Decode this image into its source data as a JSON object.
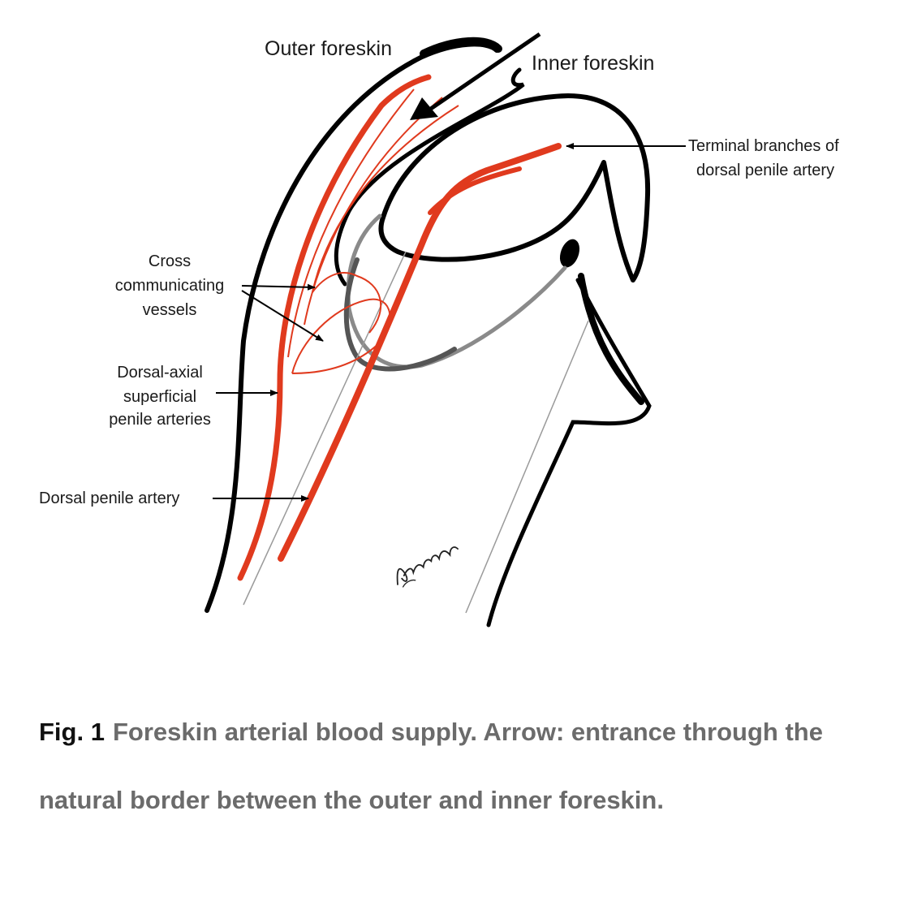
{
  "figure": {
    "labels": {
      "outer_foreskin": "Outer foreskin",
      "inner_foreskin": "Inner foreskin",
      "terminal_branches_line1": "Terminal branches of",
      "terminal_branches_line2": "dorsal penile artery",
      "cross_line1": "Cross",
      "cross_line2": "communicating",
      "cross_line3": "vessels",
      "dorsal_axial_line1": "Dorsal-axial",
      "dorsal_axial_line2": "superficial",
      "dorsal_axial_line3": "penile arteries",
      "dorsal_penile_artery": "Dorsal penile artery"
    },
    "signature": "H Cayazin",
    "colors": {
      "artery": "#e03a1e",
      "outline": "#000000",
      "shadow": "#8a8a8a"
    }
  },
  "caption": {
    "number": "Fig. 1",
    "text": "Foreskin arterial blood supply. Arrow: entrance through the natural border between the outer and inner foreskin."
  }
}
